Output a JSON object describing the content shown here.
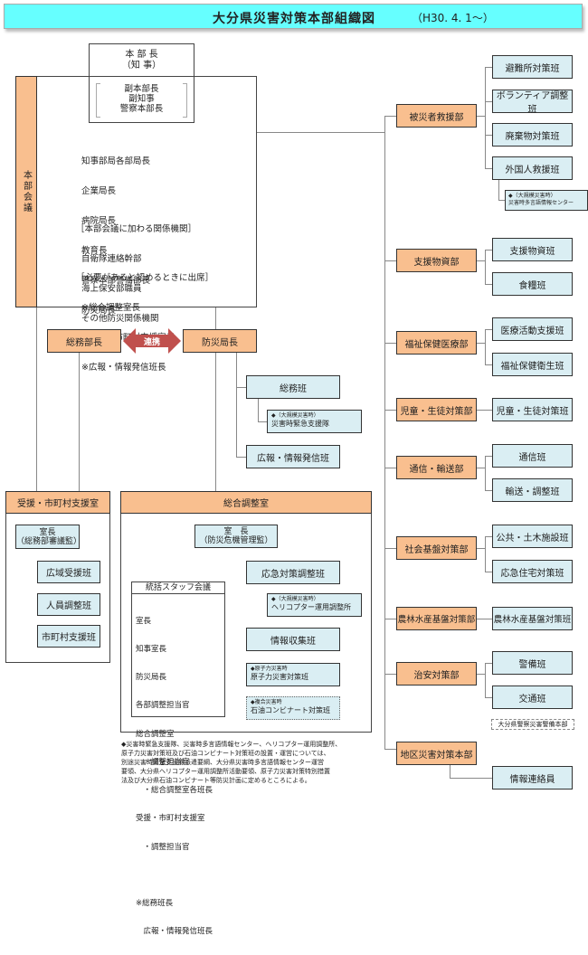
{
  "header": {
    "title": "大分県災害対策本部組織図",
    "date": "（H30. 4. 1～）"
  },
  "colors": {
    "title_bg": "#66ffff",
    "department_bg": "#f9bf8f",
    "team_bg": "#daeef3",
    "arrow": "#c0504d"
  },
  "headquarters": {
    "chief_title": "本 部 長",
    "chief_sub": "（知 事）",
    "vice_lines": [
      "副本部長",
      "副知事",
      "警察本部長"
    ],
    "meeting_label": "本部会議",
    "members": [
      "知事部局各部局長",
      "企業局長",
      "病院局長",
      "教育長",
      "警察本部警備部長",
      "防災局長"
    ],
    "related_heading": "［本部会議に加わる関係機関］",
    "related": [
      "自衛隊連絡幹部",
      "海上保安部職員",
      "その他防災関係機関"
    ],
    "attend_heading": "［必要があると認めるときに出席］",
    "attend": [
      "※総合調整室長",
      "※受援・市町村支援室長",
      "※広報・情報発信班長"
    ]
  },
  "liaison": {
    "left": "総務部長",
    "arrow_label": "連携",
    "right": "防災局長"
  },
  "bosai_teams": {
    "general": "総務班",
    "general_note_small": "◆（大規模災害時）",
    "general_note": "災害時緊急支援隊",
    "pr": "広報・情報発信班"
  },
  "support_office": {
    "title": "受援・市町村支援室",
    "chief": "室長",
    "chief_sub": "（総務部審議監）",
    "teams": [
      "広域受援班",
      "人員調整班",
      "市町村支援班"
    ]
  },
  "coordination_office": {
    "title": "総合調整室",
    "chief": "室　長",
    "chief_sub": "（防災危機管理監）",
    "staff_meeting_title": "統括スタッフ会議",
    "staff_members": [
      "室長",
      "知事室長",
      "防災局長",
      "各部調整担当官",
      "総合調整室",
      "　・調整担当官",
      "　・総合調整室各班長",
      "受援・市町村支援室",
      "　・調整担当官",
      "",
      "※総務班長",
      "　広報・情報発信班長"
    ],
    "teams": {
      "emergency": "応急対策調整班",
      "heli_small": "◆（大規模災害時）",
      "heli": "ヘリコプター運用調整所",
      "info": "情報収集班",
      "nuclear_small": "◆原子力災害時",
      "nuclear": "原子力災害対策班",
      "petro_small": "◆複合災害時",
      "petro": "石油コンビナート対策班"
    }
  },
  "departments": [
    {
      "name": "被災者救援部",
      "teams": [
        "避難所対策班",
        "ボランティア調整班",
        "廃棄物対策班",
        "外国人救援班"
      ],
      "note_small": "◆（大規模災害時）",
      "note": "災害時多言語情報センター"
    },
    {
      "name": "支援物資部",
      "teams": [
        "支援物資班",
        "食糧班"
      ]
    },
    {
      "name": "福祉保健医療部",
      "teams": [
        "医療活動支援班",
        "福祉保健衛生班"
      ]
    },
    {
      "name": "児童・生徒対策部",
      "teams": [
        "児童・生徒対策班"
      ]
    },
    {
      "name": "通信・輸送部",
      "teams": [
        "通信班",
        "輸送・調整班"
      ]
    },
    {
      "name": "社会基盤対策部",
      "teams": [
        "公共・土木施設班",
        "応急住宅対策班"
      ]
    },
    {
      "name": "農林水産基盤対策部",
      "teams": [
        "農林水産基盤対策班"
      ]
    },
    {
      "name": "治安対策部",
      "teams": [
        "警備班",
        "交通班"
      ],
      "note": "大分県警察災害警備本部"
    },
    {
      "name": "地区災害対策本部",
      "teams": [
        "情報連絡員"
      ]
    }
  ],
  "footnote": "◆災害時緊急支援隊、災害時多言語情報センター、ヘリコプター運用調整所、\n原子力災害対策班及び石油コンビナート対策班の設置・運営については、\n別途災害時緊急支援隊派遣要綱、大分県災害時多言語情報センター運営\n要領、大分県ヘリコプター運用調整所活動要領、原子力災害対策特別措置\n法及び大分県石油コンビナート等防災計画に定めるところによる。"
}
